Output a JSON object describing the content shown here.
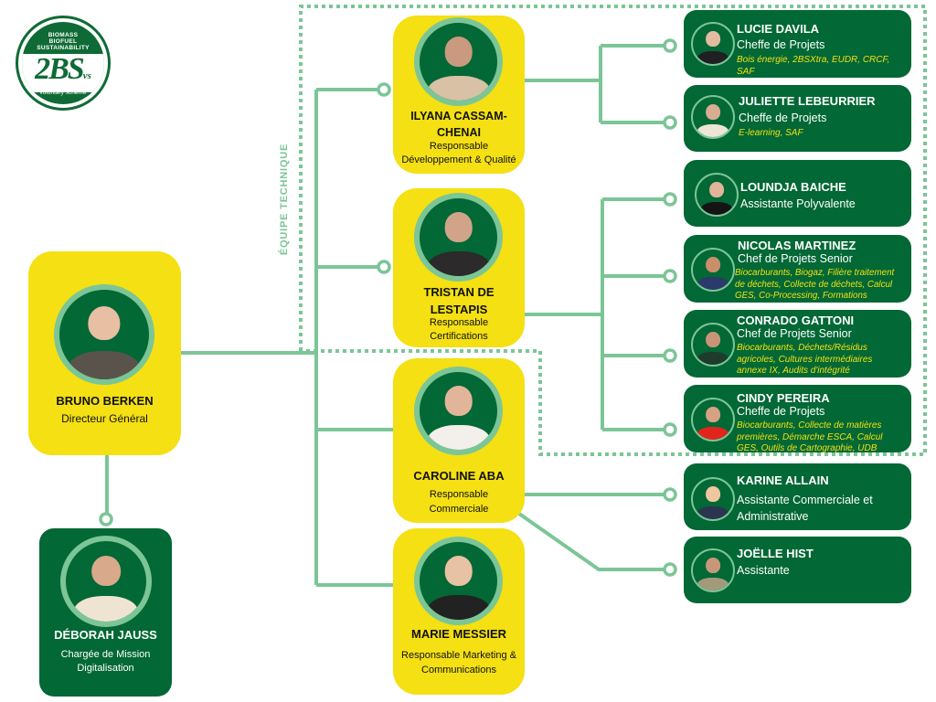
{
  "logo": {
    "top_lines": [
      "BIOMASS",
      "BIOFUEL",
      "SUSTAINABILITY"
    ],
    "mark": "2BS",
    "mark_suffix": "vs",
    "bottom_text": "voluntary scheme"
  },
  "section_label": "ÉQUIPE  TECHNIQUE",
  "colors": {
    "yellow": "#f4e013",
    "dark_green": "#026835",
    "light_green": "#7cc597",
    "skills_text": "#f4e013"
  },
  "director": {
    "name": "BRUNO BERKEN",
    "role": "Directeur Général"
  },
  "assistant_director": {
    "name": "DÉBORAH JAUSS",
    "role_lines": [
      "Chargée de Mission",
      "Digitalisation"
    ]
  },
  "managers": [
    {
      "name_lines": [
        "ILYANA CASSAM-",
        "CHENAI"
      ],
      "role_lines": [
        "Responsable",
        "Développement & Qualité"
      ]
    },
    {
      "name_lines": [
        "TRISTAN DE",
        "LESTAPIS"
      ],
      "role_lines": [
        "Responsable",
        "Certifications"
      ]
    },
    {
      "name_lines": [
        "CAROLINE ABA"
      ],
      "role_lines": [
        "Responsable",
        "Commerciale"
      ]
    },
    {
      "name_lines": [
        "MARIE MESSIER"
      ],
      "role_lines": [
        "Responsable Marketing &",
        "Communications"
      ]
    }
  ],
  "staff": [
    {
      "name": "LUCIE DAVILA",
      "role": "Cheffe de Projets",
      "skills": "Bois énergie, 2BSXtra, EUDR, CRCF, SAF"
    },
    {
      "name": "JULIETTE LEBEURRIER",
      "role": "Cheffe de Projets",
      "skills": "E-learning, SAF"
    },
    {
      "name": "LOUNDJA BAICHE",
      "role": "Assistante Polyvalente",
      "skills": ""
    },
    {
      "name": "NICOLAS MARTINEZ",
      "role": "Chef de Projets Senior",
      "skills": "Biocarburants, Biogaz, Filière traitement de déchets, Collecte de déchets, Calcul GES, Co-Processing, Formations"
    },
    {
      "name": "CONRADO GATTONI",
      "role": "Chef de Projets Senior",
      "skills": "Biocarburants, Déchets/Résidus agricoles, Cultures intermédiaires annexe IX, Audits d'intégrité"
    },
    {
      "name": "CINDY PEREIRA",
      "role": "Cheffe de Projets",
      "skills": "Biocarburants, Collecte de matières premières, Démarche ESCA, Calcul GES, Outils de Cartographie, UDB"
    },
    {
      "name": "KARINE ALLAIN",
      "role": "Assistante Commerciale et Administrative",
      "skills": ""
    },
    {
      "name": "JOËLLE HIST",
      "role": "Assistante",
      "skills": ""
    }
  ]
}
